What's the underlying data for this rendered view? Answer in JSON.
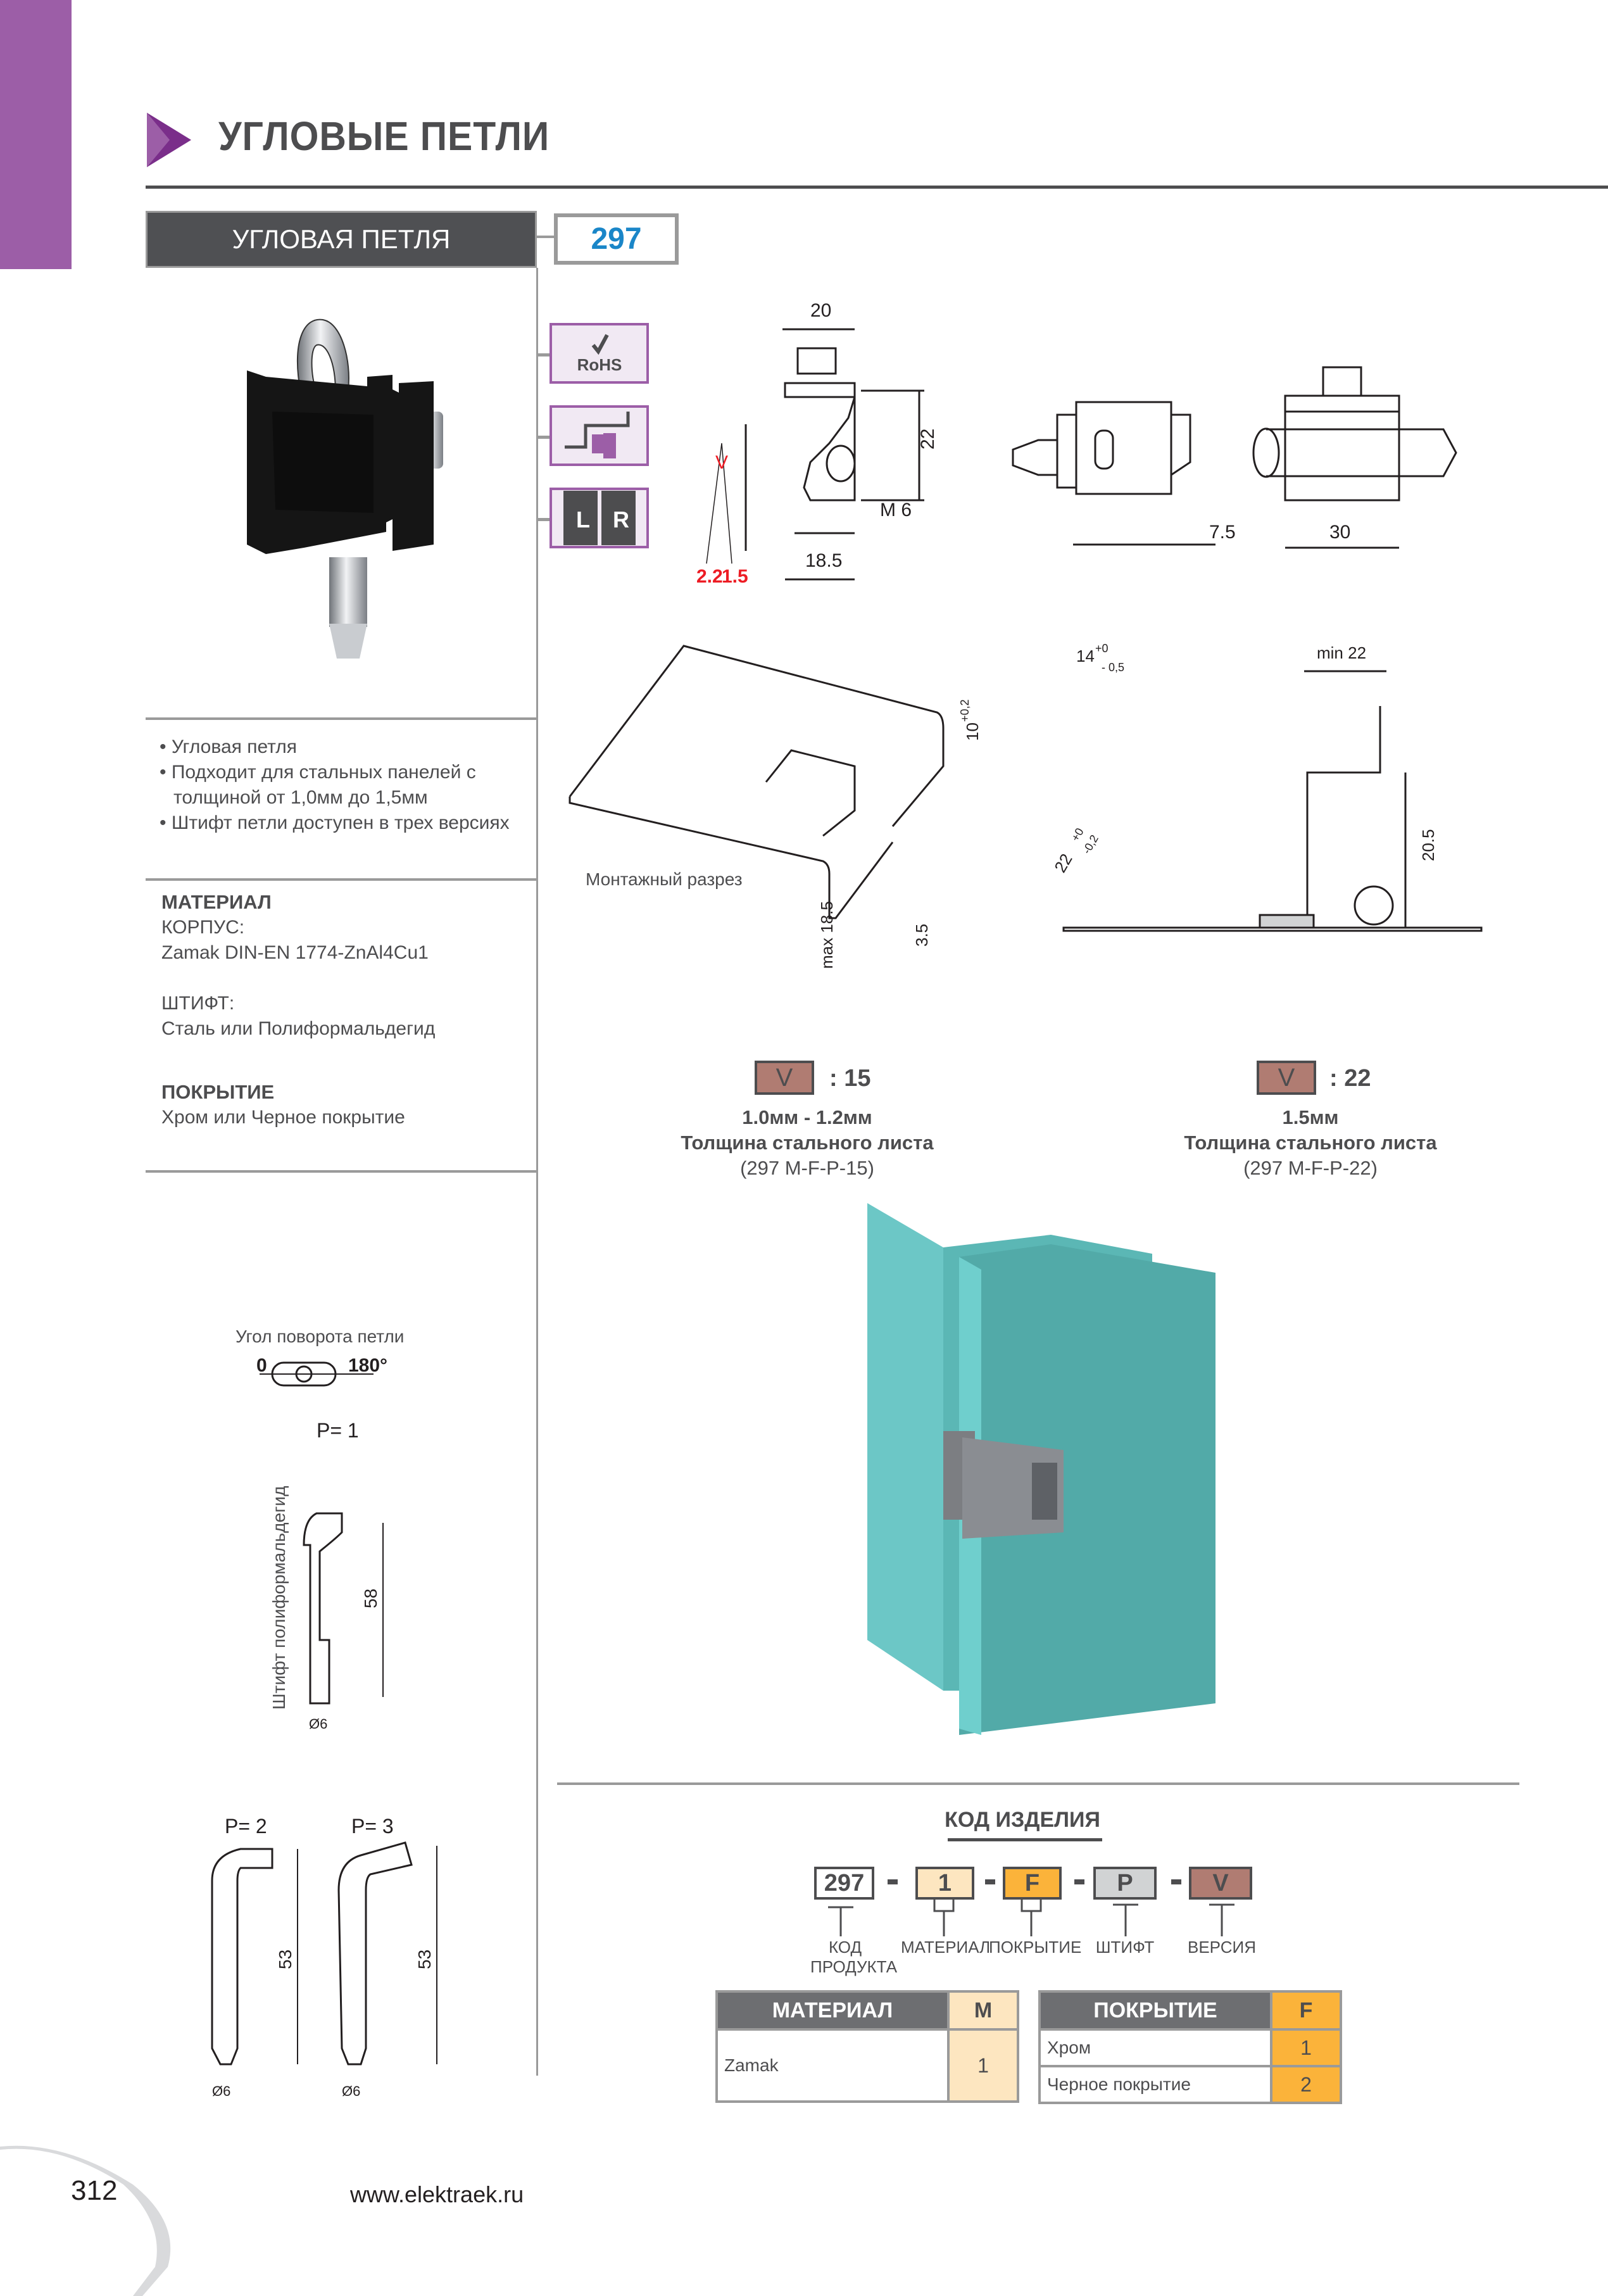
{
  "header": {
    "title": "УГЛОВЫЕ ПЕТЛИ",
    "product_name": "УГЛОВАЯ ПЕТЛЯ",
    "product_code": "297",
    "accent_color": "#9c5ea7",
    "code_color": "#1a86c8"
  },
  "icons": [
    {
      "name": "rohs-icon",
      "label": "RoHS"
    },
    {
      "name": "corner-mount-icon",
      "label": ""
    },
    {
      "name": "left-right-icon",
      "label_left": "L",
      "label_right": "R"
    }
  ],
  "features": [
    "• Угловая петля",
    "• Подходит для стальных панелей с толщиной от 1,0мм до 1,5мм",
    "• Штифт петли доступен в трех версиях"
  ],
  "material": {
    "heading": "МАТЕРИАЛ",
    "body_label": "КОРПУС:",
    "body_value": "Zamak DIN-EN 1774-ZnAl4Cu1",
    "pin_label": "ШТИФТ:",
    "pin_value": "Сталь или Полиформальдегид"
  },
  "coating": {
    "heading": "ПОКРЫТИЕ",
    "value": "Хром или Черное покрытие"
  },
  "drawing_dims": {
    "top_width": "20",
    "height": "22",
    "thread": "M 6",
    "base_width": "18.5",
    "v_label": "V",
    "v_left": "2.2",
    "v_right": "1.5",
    "square": "7.5",
    "front_width": "30"
  },
  "cutout": {
    "caption": "Монтажный разрез",
    "dim_14": "14",
    "dim_14_tol_plus": "+0",
    "dim_14_tol_minus": "- 0,5",
    "dim_10": "10",
    "dim_10_tol": "+0,2",
    "dim_22": "22",
    "dim_22_tol_plus": "+0",
    "dim_22_tol_minus": "-0,2",
    "dim_max": "max 18.5",
    "dim_35": "3.5",
    "section_min": "min 22",
    "section_h": "20.5"
  },
  "versions": [
    {
      "badge": "V",
      "value": ": 15",
      "thickness": "1.0мм - 1.2мм",
      "label": "Толщина стального листа",
      "code": "(297 M-F-P-15)"
    },
    {
      "badge": "V",
      "value": ": 22",
      "thickness": "1.5мм",
      "label": "Толщина стального листа",
      "code": "(297 M-F-P-22)"
    }
  ],
  "rotation": {
    "caption": "Угол поворота петли",
    "start": "0",
    "end": "180°"
  },
  "pins": {
    "side_label": "Штифт полиформальдегид",
    "p1": {
      "label": "P= 1",
      "length": "58",
      "diameter": "Ø6"
    },
    "p2": {
      "label": "P= 2",
      "length": "53",
      "diameter": "Ø6"
    },
    "p3": {
      "label": "P= 3",
      "length": "53",
      "diameter": "Ø6"
    }
  },
  "product_code": {
    "title": "КОД ИЗДЕЛИЯ",
    "segments": [
      {
        "value": "297",
        "label": "КОД\nПРОДУКТА",
        "color": "#ffffff"
      },
      {
        "value": "1",
        "label": "МАТЕРИАЛ",
        "color": "#fde6c0"
      },
      {
        "value": "F",
        "label": "ПОКРЫТИЕ",
        "color": "#fbb33a"
      },
      {
        "value": "P",
        "label": "ШТИФТ",
        "color": "#d1d3d4"
      },
      {
        "value": "V",
        "label": "ВЕРСИЯ",
        "color": "#b07c72"
      }
    ],
    "separator": "-"
  },
  "material_table": {
    "header": "МАТЕРИАЛ",
    "code_header": "M",
    "rows": [
      {
        "name": "Zamak",
        "code": "1"
      }
    ]
  },
  "coating_table": {
    "header": "ПОКРЫТИЕ",
    "code_header": "F",
    "rows": [
      {
        "name": "Хром",
        "code": "1"
      },
      {
        "name": "Черное покрытие",
        "code": "2"
      }
    ]
  },
  "footer": {
    "page_number": "312",
    "url": "www.elektraek.ru"
  }
}
